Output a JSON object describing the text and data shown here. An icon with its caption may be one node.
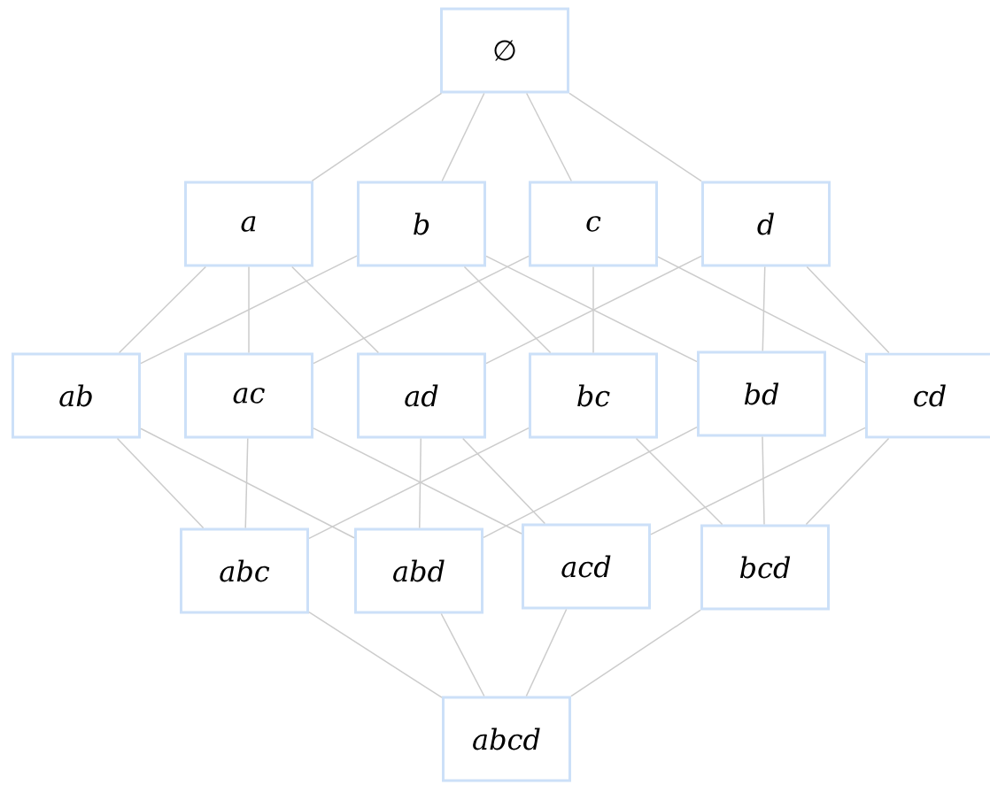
{
  "diagram": {
    "nodes": [
      {
        "text": [
          "∅"
        ]
      },
      {
        "text": [
          "a"
        ]
      },
      {
        "text": [
          "b"
        ]
      },
      {
        "text": [
          "c"
        ]
      },
      {
        "text": [
          "d"
        ]
      },
      {
        "text": [
          "ab"
        ]
      },
      {
        "text": [
          "ac"
        ]
      },
      {
        "text": [
          "ad"
        ]
      },
      {
        "text": [
          "bc"
        ]
      },
      {
        "text": [
          "bd"
        ]
      },
      {
        "text": [
          "cd"
        ]
      },
      {
        "text": [
          "abc"
        ]
      },
      {
        "text": [
          "abd"
        ]
      },
      {
        "text": [
          "acd"
        ]
      },
      {
        "text": [
          "bcd"
        ]
      },
      {
        "text": [
          "abcd"
        ]
      }
    ],
    "edges": [
      {
        "from": 0,
        "to": 1,
        "arrow": "none"
      },
      {
        "from": 0,
        "to": 2,
        "arrow": "none"
      },
      {
        "from": 0,
        "to": 3,
        "arrow": "none"
      },
      {
        "from": 0,
        "to": 4,
        "arrow": "none"
      },
      {
        "from": 1,
        "to": 5,
        "arrow": "none"
      },
      {
        "from": 1,
        "to": 6,
        "arrow": "none"
      },
      {
        "from": 1,
        "to": 7,
        "arrow": "none"
      },
      {
        "from": 2,
        "to": 5,
        "arrow": "none"
      },
      {
        "from": 2,
        "to": 8,
        "arrow": "none"
      },
      {
        "from": 2,
        "to": 9,
        "arrow": "none"
      },
      {
        "from": 3,
        "to": 6,
        "arrow": "none"
      },
      {
        "from": 3,
        "to": 8,
        "arrow": "none"
      },
      {
        "from": 3,
        "to": 10,
        "arrow": "none"
      },
      {
        "from": 4,
        "to": 7,
        "arrow": "none"
      },
      {
        "from": 4,
        "to": 9,
        "arrow": "none"
      },
      {
        "from": 4,
        "to": 10,
        "arrow": "none"
      },
      {
        "from": 5,
        "to": 11,
        "arrow": "none"
      },
      {
        "from": 5,
        "to": 12,
        "arrow": "none"
      },
      {
        "from": 6,
        "to": 11,
        "arrow": "none"
      },
      {
        "from": 6,
        "to": 13,
        "arrow": "none"
      },
      {
        "from": 7,
        "to": 12,
        "arrow": "none"
      },
      {
        "from": 7,
        "to": 13,
        "arrow": "none"
      },
      {
        "from": 8,
        "to": 11,
        "arrow": "none"
      },
      {
        "from": 8,
        "to": 14,
        "arrow": "none"
      },
      {
        "from": 9,
        "to": 12,
        "arrow": "none"
      },
      {
        "from": 9,
        "to": 14,
        "arrow": "none"
      },
      {
        "from": 10,
        "to": 13,
        "arrow": "none"
      },
      {
        "from": 10,
        "to": 14,
        "arrow": "none"
      },
      {
        "from": 11,
        "to": 15,
        "arrow": "none"
      },
      {
        "from": 12,
        "to": 15,
        "arrow": "none"
      },
      {
        "from": 13,
        "to": 15,
        "arrow": "none"
      },
      {
        "from": 14,
        "to": 15,
        "arrow": "none"
      }
    ]
  }
}
